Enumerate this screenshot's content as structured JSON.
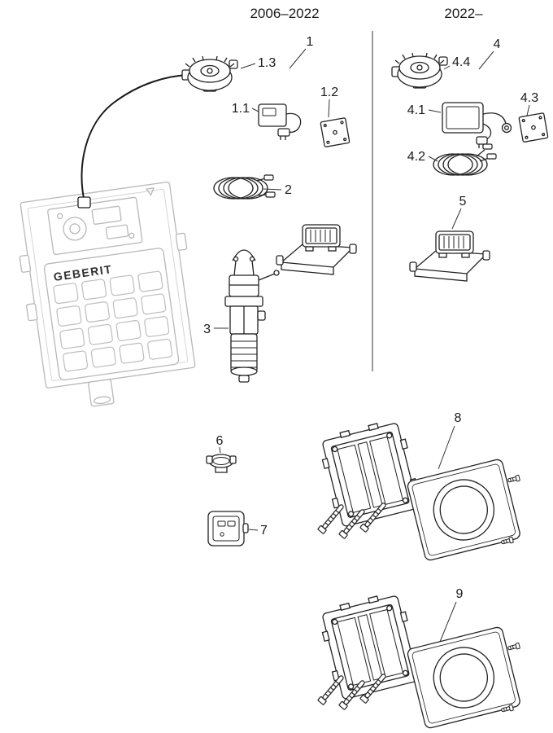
{
  "diagram": {
    "left_period_label": "2006–2022",
    "right_period_label": "2022–",
    "brand_logo": "GEBERIT",
    "part_labels": {
      "p1": "1",
      "p1_1": "1.1",
      "p1_2": "1.2",
      "p1_3": "1.3",
      "p2": "2",
      "p3": "3",
      "p4": "4",
      "p4_1": "4.1",
      "p4_2": "4.2",
      "p4_3": "4.3",
      "p4_4": "4.4",
      "p5": "5",
      "p6": "6",
      "p7": "7",
      "p8": "8",
      "p9": "9"
    },
    "colors": {
      "background": "#ffffff",
      "primary_line": "#222222",
      "secondary_line": "#b8b8b8",
      "text": "#1a1a1a"
    }
  }
}
